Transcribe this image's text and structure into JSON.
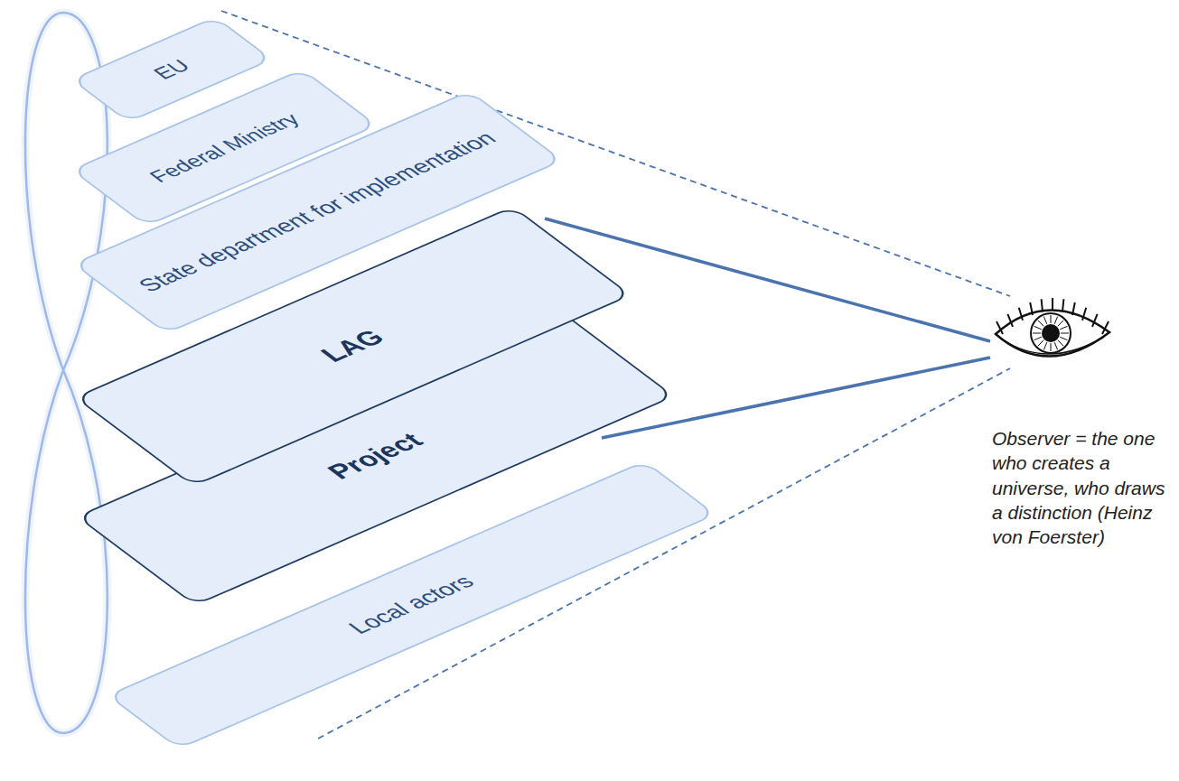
{
  "diagram": {
    "nodes": [
      {
        "text": [
          "EU"
        ]
      },
      {
        "text": [
          "Federal Ministry"
        ]
      },
      {
        "text": [
          "State department for implementation"
        ]
      },
      {
        "text": [
          "LAG"
        ]
      },
      {
        "text": [
          "Project"
        ]
      },
      {
        "text": [
          "Local actors"
        ]
      }
    ],
    "labels": [
      "Observer = the one who creates a universe, who draws a distinction (Heinz von Foerster)"
    ]
  }
}
